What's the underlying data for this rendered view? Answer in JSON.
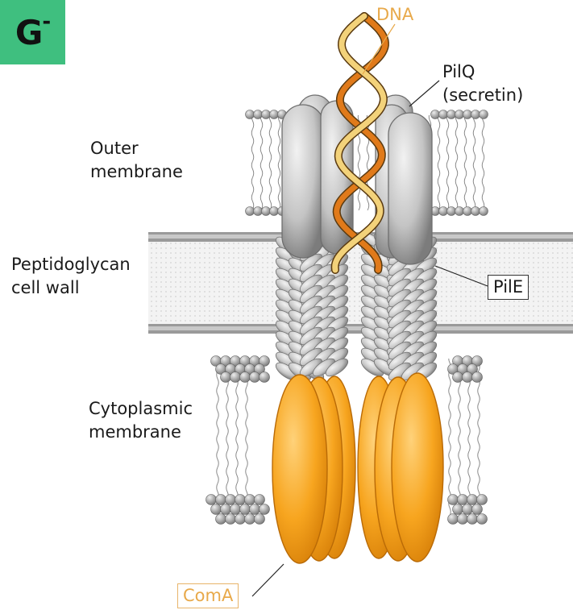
{
  "badge": {
    "text": "G",
    "superscript": "-",
    "color": "#3fbf7f"
  },
  "labels": {
    "dna": "DNA",
    "pilq_line1": "PilQ",
    "pilq_line2": "(secretin)",
    "outer_line1": "Outer",
    "outer_line2": "membrane",
    "pepti_line1": "Peptidoglycan",
    "pepti_line2": "cell wall",
    "pile": "PilE",
    "cyto_line1": "Cytoplasmic",
    "cyto_line2": "membrane",
    "coma": "ComA"
  },
  "colors": {
    "dna_text": "#e8a94a",
    "coma_text": "#e8a94a",
    "coma_border": "#e8b46a",
    "coma_fill": "#f5a623",
    "dna_strand_a": "#e07a1a",
    "dna_strand_b": "#f3d27a",
    "pilq_gray": "#bdbdbd",
    "pili_gray": "#c4c4c4",
    "wall_band": "#f0f0f0",
    "lipid_head": "#a9a9a9"
  }
}
